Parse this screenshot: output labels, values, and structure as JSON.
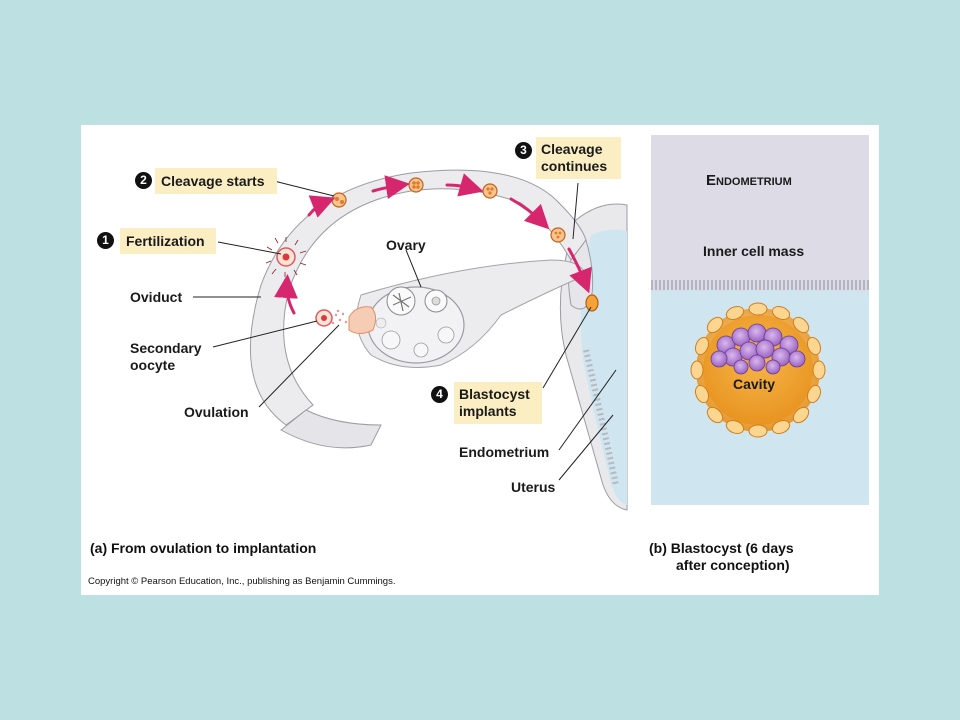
{
  "steps": [
    {
      "number": "1",
      "label": "Fertilization"
    },
    {
      "number": "2",
      "label": "Cleavage starts"
    },
    {
      "number": "3",
      "label": "Cleavage continues"
    },
    {
      "number": "4",
      "label": "Blastocyst implants"
    }
  ],
  "labels": {
    "ovary": "Ovary",
    "oviduct": "Oviduct",
    "secondary_oocyte": "Secondary oocyte",
    "ovulation": "Ovulation",
    "endometrium": "Endometrium",
    "uterus": "Uterus",
    "endometrium_caps_first": "E",
    "endometrium_caps_rest": "NDOMETRIUM",
    "inner_cell_mass": "Inner cell mass",
    "cavity": "Cavity"
  },
  "captions": {
    "a": "(a) From ovulation to implantation",
    "b_line1": "(b) Blastocyst (6 days",
    "b_line2": "after conception)"
  },
  "copyright": "Copyright © Pearson Education, Inc., publishing as Benjamin Cummings.",
  "colors": {
    "background": "#bde0e3",
    "label_box": "#fbeec3",
    "arrow": "#d6266e",
    "endometrium_panel": "#dcdbe6",
    "uterine_fluid": "#cfe6f0"
  }
}
